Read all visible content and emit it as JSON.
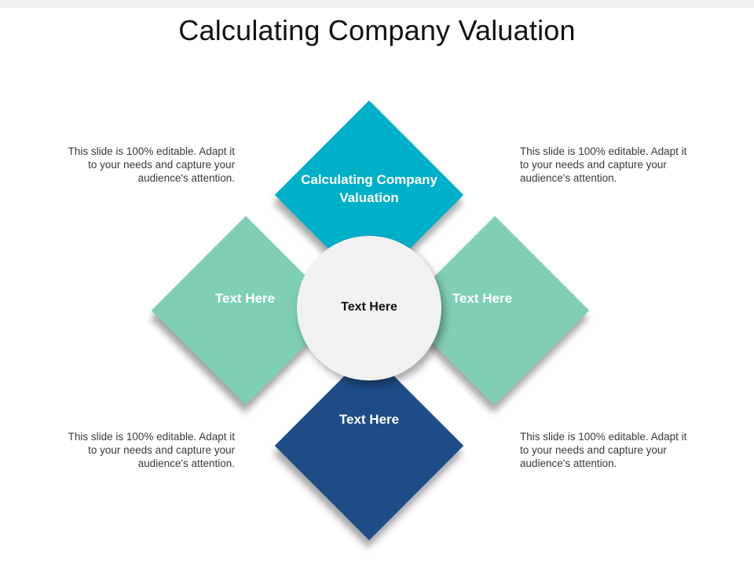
{
  "title": "Calculating Company Valuation",
  "diagram": {
    "top": {
      "label": "Calculating Company Valuation",
      "color": "#00b0c8"
    },
    "left": {
      "label": "Text Here",
      "color": "#7fcfb5"
    },
    "right": {
      "label": "Text Here",
      "color": "#7fcfb5"
    },
    "bottom": {
      "label": "Text Here",
      "color": "#1d4c86"
    },
    "center": {
      "label": "Text Here"
    }
  },
  "notes": {
    "top_left": "This slide is 100% editable. Adapt it to your needs and capture your audience's attention.",
    "top_right": "This slide is 100% editable. Adapt it to your needs and capture your audience's attention.",
    "bottom_left": "This slide is 100% editable. Adapt it to your needs and capture your audience's attention.",
    "bottom_right": "This slide is 100% editable. Adapt it to your needs and capture your audience's attention."
  }
}
